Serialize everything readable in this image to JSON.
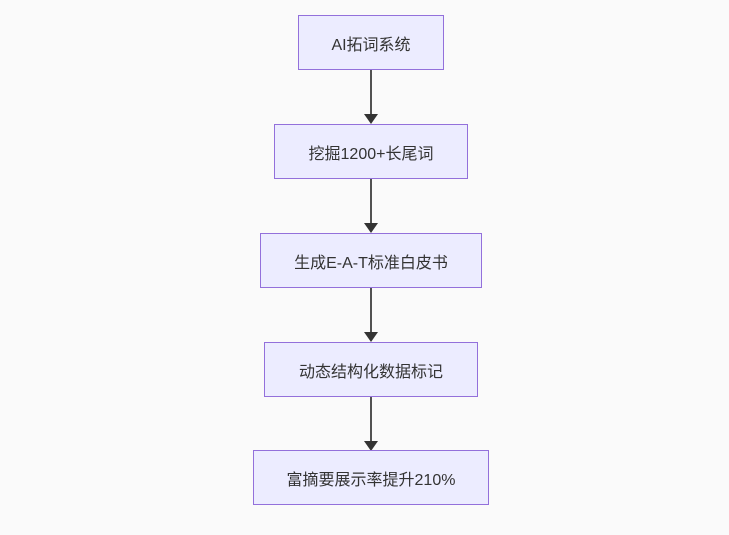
{
  "flowchart": {
    "title": "",
    "direction": "top-down",
    "nodes": [
      {
        "id": "A",
        "label": "AI拓词系统"
      },
      {
        "id": "B",
        "label": "挖掘1200+长尾词"
      },
      {
        "id": "C",
        "label": "生成E-A-T标准白皮书"
      },
      {
        "id": "D",
        "label": "动态结构化数据标记"
      },
      {
        "id": "E",
        "label": "富摘要展示率提升210%"
      }
    ],
    "edges": [
      {
        "from": "A",
        "to": "B",
        "style": "arrow-down"
      },
      {
        "from": "B",
        "to": "C",
        "style": "arrow-down"
      },
      {
        "from": "C",
        "to": "D",
        "style": "arrow-down"
      },
      {
        "from": "D",
        "to": "E",
        "style": "arrow-down"
      }
    ],
    "colors": {
      "node_fill": "#ECECFF",
      "node_border": "#9370DB",
      "arrow": "#333333",
      "text": "#333333",
      "background": "#FAFAFA"
    }
  }
}
